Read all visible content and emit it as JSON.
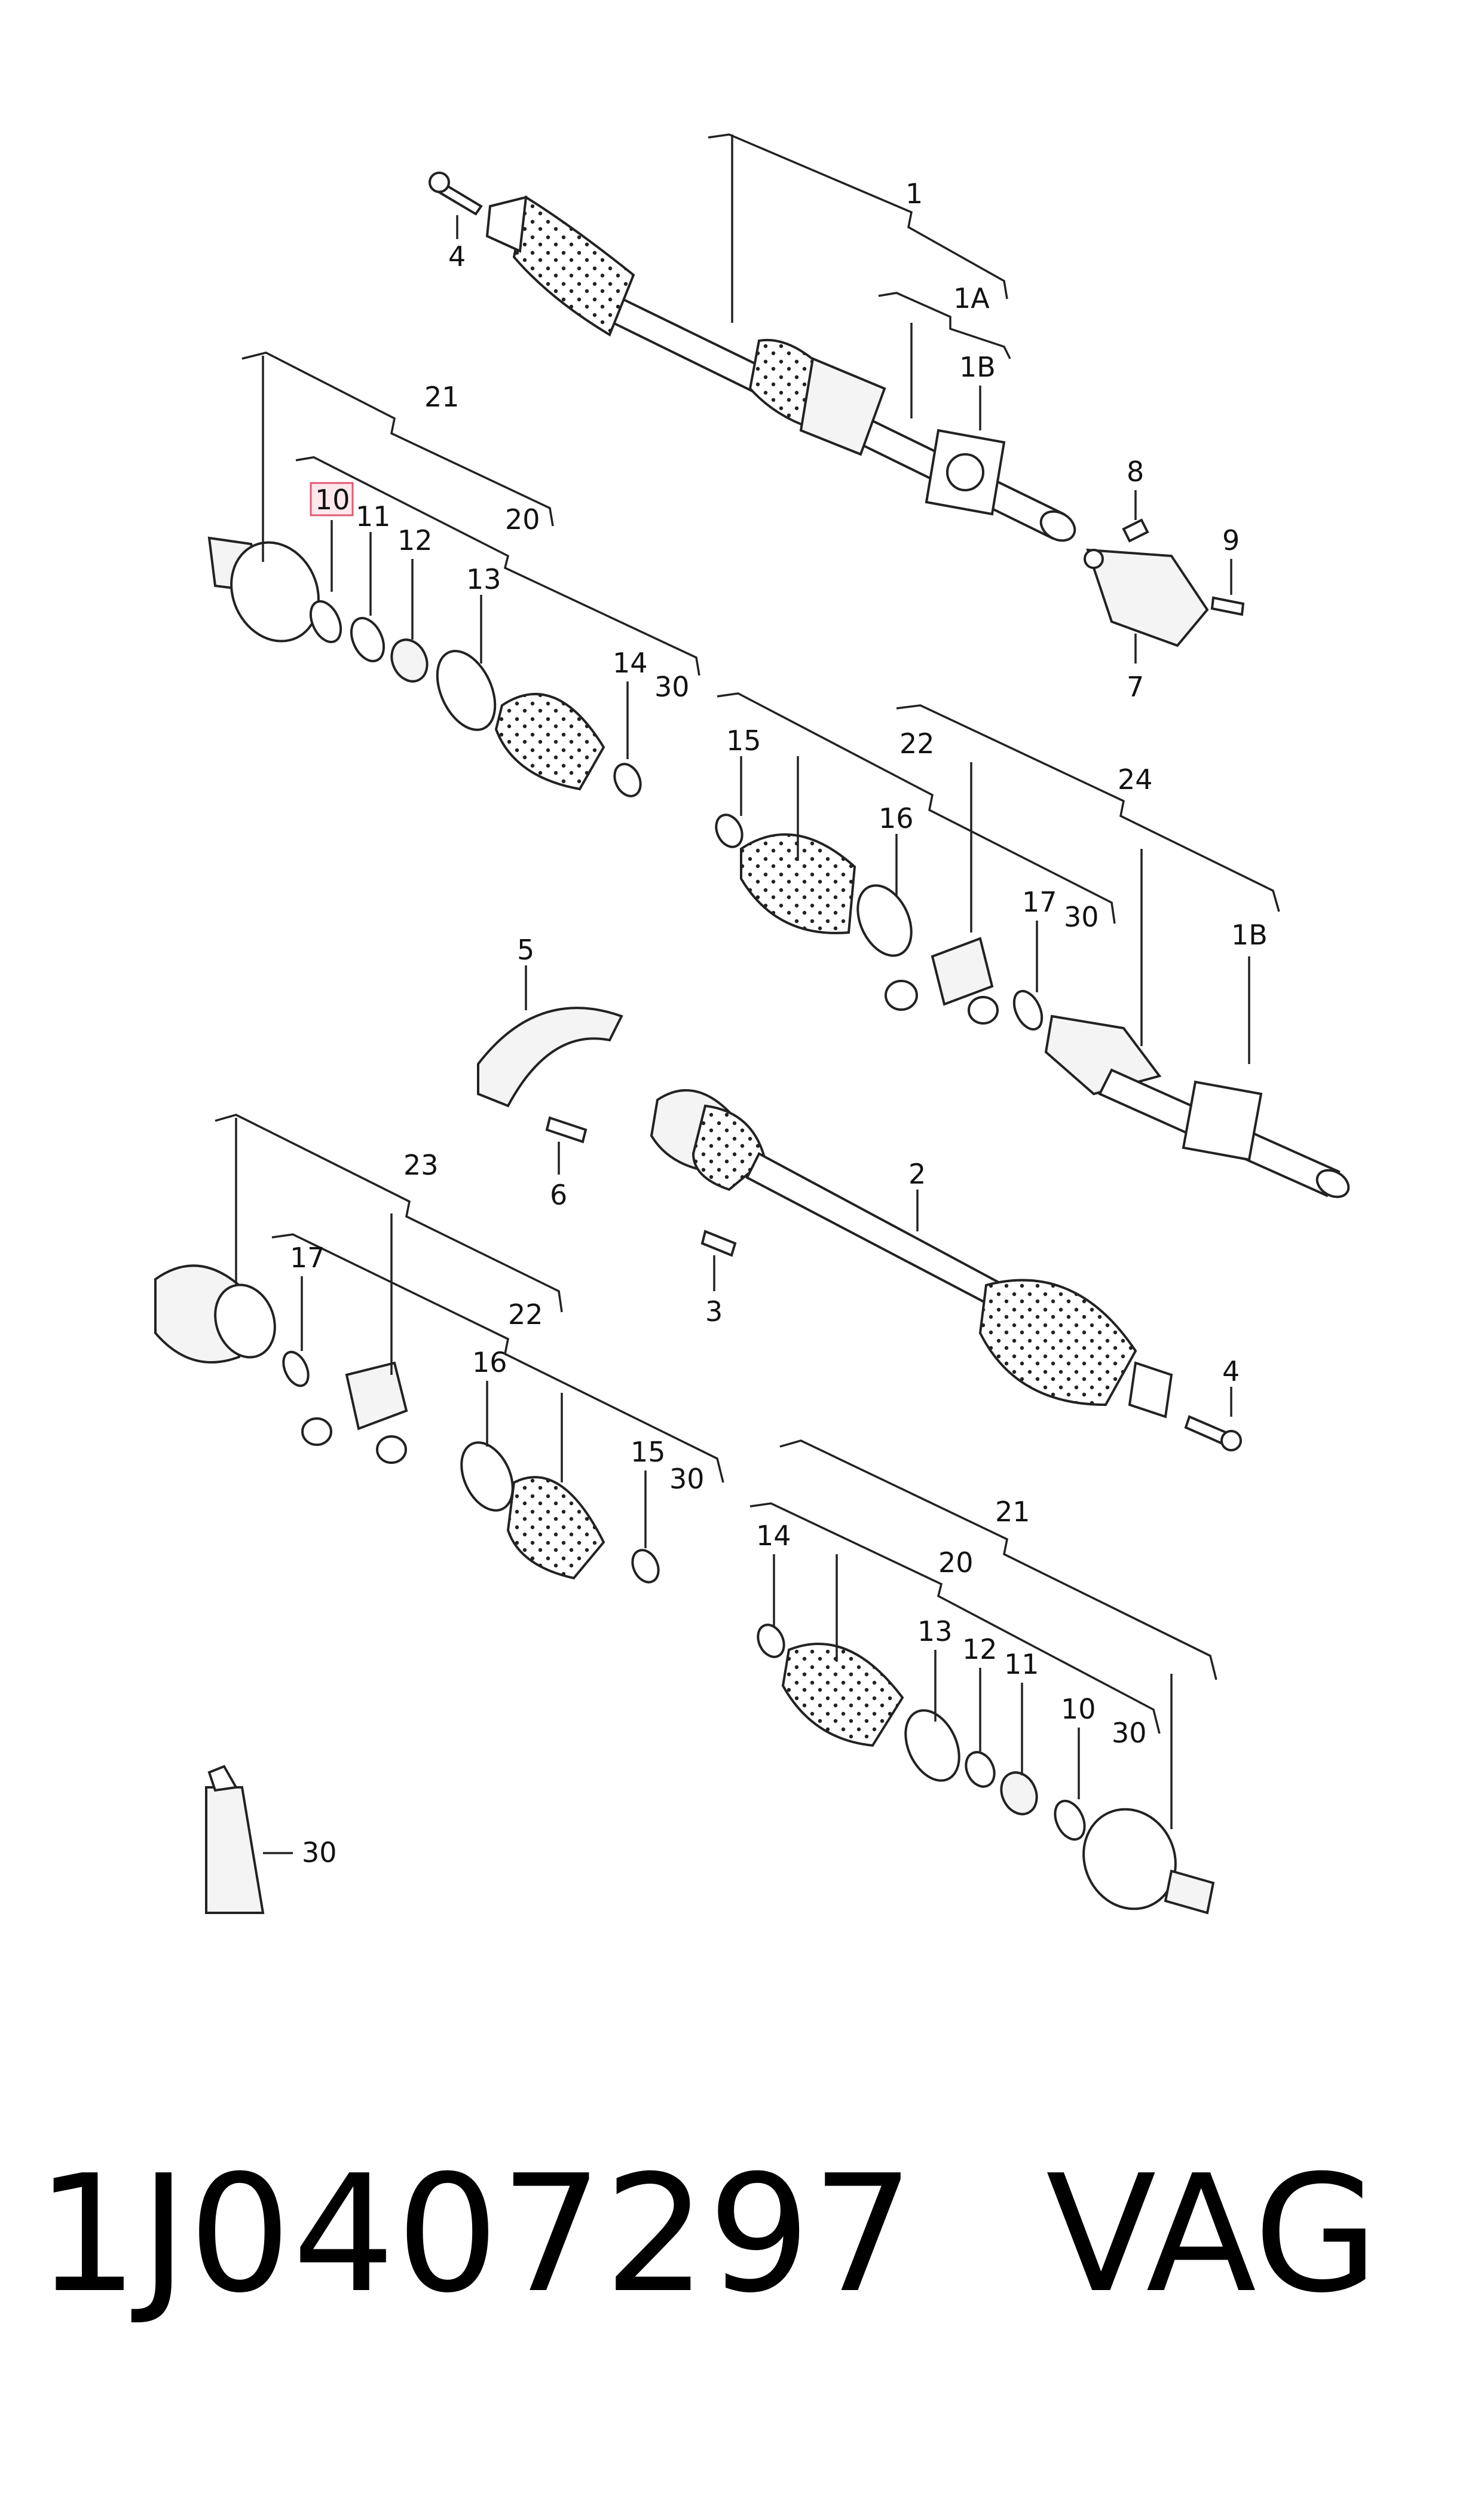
{
  "callouts": {
    "c1": "1",
    "c1A": "1A",
    "c1B_top": "1B",
    "c4_top": "4",
    "c8": "8",
    "c9": "9",
    "c7": "7",
    "c21_top": "21",
    "c10_top": "10",
    "c11_top": "11",
    "c12_top": "12",
    "c20_top": "20",
    "c13_top": "13",
    "c14_top": "14",
    "c30_a": "30",
    "c15_top": "15",
    "c22_top": "22",
    "c24": "24",
    "c16_top": "16",
    "c17_top": "17",
    "c30_b": "30",
    "c1B_mid": "1B",
    "c5": "5",
    "c6": "6",
    "c2": "2",
    "c3": "3",
    "c4_mid": "4",
    "c23": "23",
    "c17_low": "17",
    "c22_low": "22",
    "c16_low": "16",
    "c15_low": "15",
    "c30_c": "30",
    "c21_low": "21",
    "c20_low": "20",
    "c14_low": "14",
    "c13_low": "13",
    "c12_low": "12",
    "c11_low": "11",
    "c10_low": "10",
    "c30_d": "30",
    "c30_tube": "30"
  },
  "footer": {
    "part_number": "1J0407297",
    "brand": "VAG"
  }
}
